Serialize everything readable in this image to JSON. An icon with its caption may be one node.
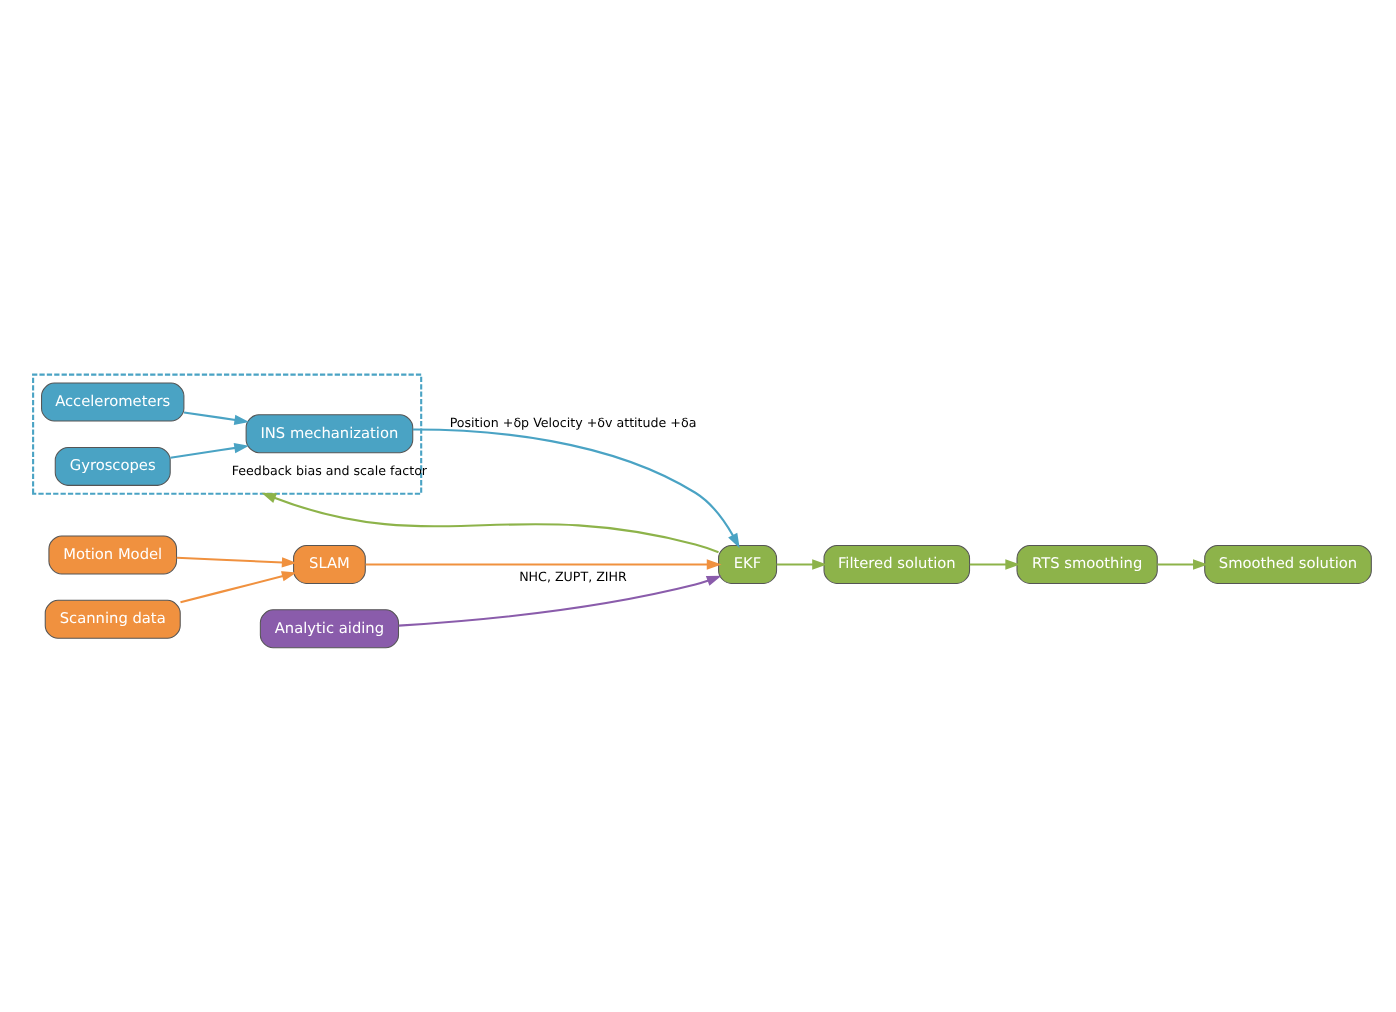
{
  "diagram": {
    "nodes": [
      {
        "text": [],
        "shape": "box"
      },
      {
        "text": [
          "Accelerometers"
        ],
        "in": 0
      },
      {
        "text": [
          "Gyroscopes"
        ],
        "in": 0
      },
      {
        "text": [
          "INS mechanization"
        ],
        "in": 0
      },
      {
        "text": [
          "Motion Model"
        ]
      },
      {
        "text": [
          "Scanning data"
        ]
      },
      {
        "text": [
          "SLAM"
        ]
      },
      {
        "text": [
          "EKF"
        ]
      },
      {
        "text": [
          "Analytic aiding"
        ]
      },
      {
        "text": [
          "Filtered solution"
        ]
      },
      {
        "text": [
          "RTS smoothing"
        ]
      },
      {
        "text": [
          "Smoothed solution"
        ]
      }
    ],
    "edges": [
      {
        "from": 1,
        "to": 3,
        "arrow": "to",
        "color": "#4aa3c4"
      },
      {
        "from": 2,
        "to": 3,
        "arrow": "to",
        "color": "#4aa3c4"
      },
      {
        "from": 3,
        "to": 7,
        "arrow": "to",
        "label": "Position +δp Velocity +δv attitude +δa",
        "color": "#4aa3c4"
      },
      {
        "from": 7,
        "to": 0,
        "arrow": "to",
        "label": "Feedback bias and scale factor"
      },
      {
        "from": 4,
        "to": 6,
        "arrow": "to",
        "color": "#f0913f"
      },
      {
        "from": 5,
        "to": 6,
        "arrow": "to",
        "color": "#f0913f"
      },
      {
        "from": 6,
        "to": 7,
        "arrow": "to",
        "color": "#f0913f"
      },
      {
        "from": 8,
        "to": 7,
        "arrow": "to",
        "label": "NHC, ZUPT, ZIHR",
        "color": "#8a5cab"
      },
      {
        "from": 7,
        "to": 9,
        "arrow": "to"
      },
      {
        "from": 9,
        "to": 10,
        "arrow": "to"
      },
      {
        "from": 10,
        "to": 11,
        "arrow": "to"
      }
    ]
  }
}
